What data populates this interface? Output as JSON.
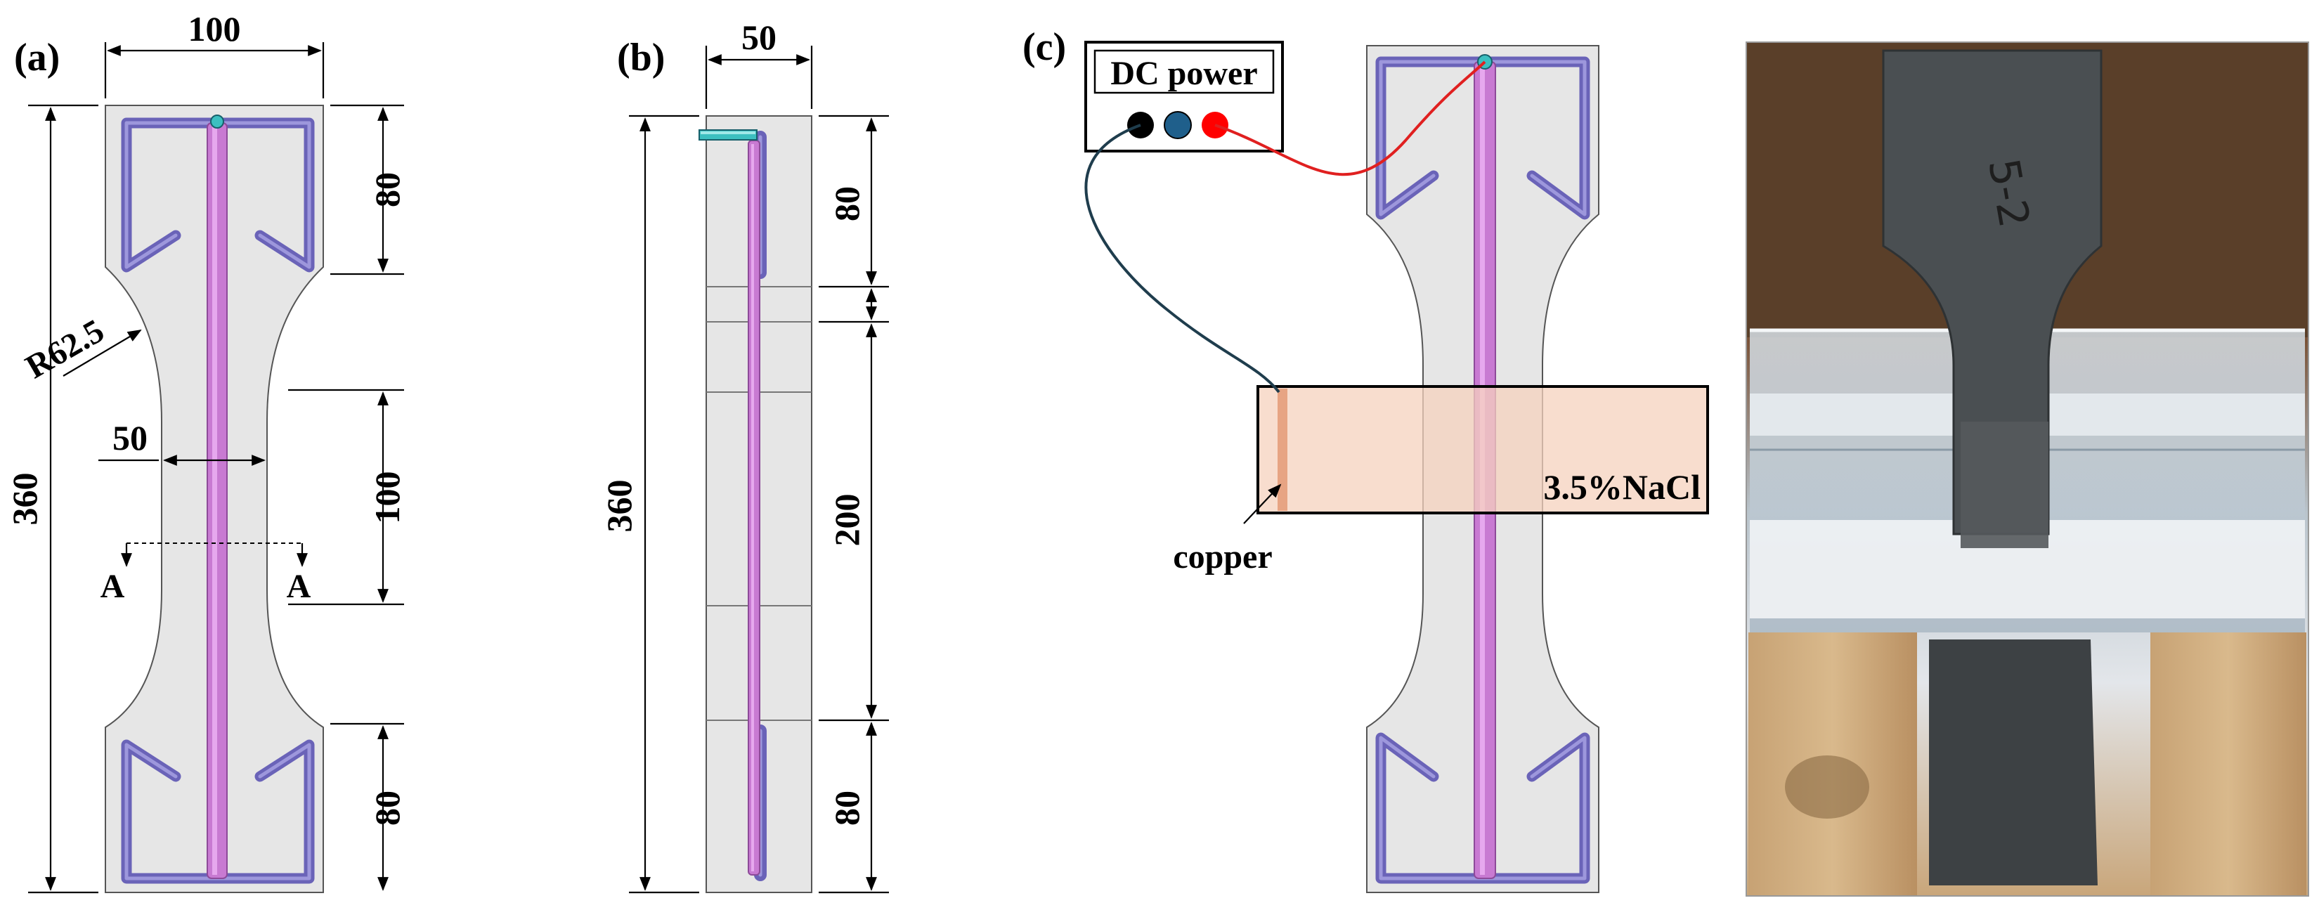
{
  "panels": {
    "a": {
      "label": "(a)",
      "dim_width": "100",
      "dim_height": "360",
      "dim_top": "80",
      "dim_middle": "100",
      "dim_bottom": "80",
      "dim_neck": "50",
      "radius": "R62.5",
      "section_left": "A",
      "section_right": "A"
    },
    "b": {
      "label": "(b)",
      "dim_width": "50",
      "dim_height": "360",
      "dim_top": "80",
      "dim_middle": "200",
      "dim_bottom": "80"
    },
    "c": {
      "label": "(c)",
      "power_label": "DC power",
      "solution_label": "3.5%NaCl",
      "copper_label": "copper",
      "terminal_colors": [
        "#000000",
        "#1f5f8b",
        "#ff0000"
      ]
    }
  },
  "colors": {
    "concrete": "#e6e6e6",
    "stirrup": "#6a63b8",
    "rebar": "#c87ad2",
    "solution": "#f9dccb",
    "negative_wire": "#1f3d4d",
    "positive_wire": "#e02020",
    "bolt": "#3cbfc0"
  }
}
